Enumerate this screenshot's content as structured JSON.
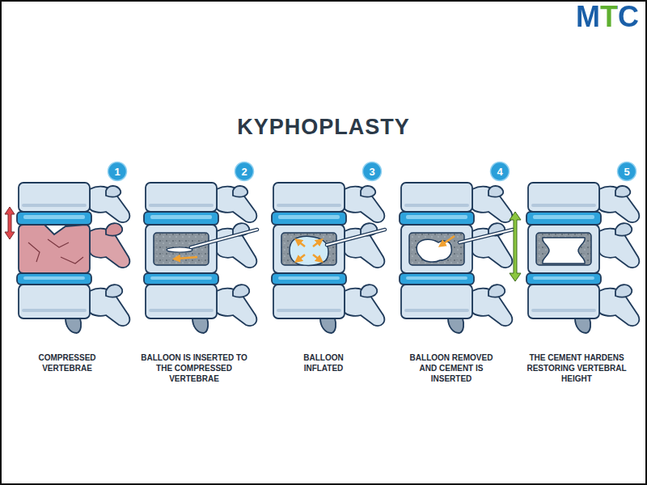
{
  "diagram": {
    "title": "KYPHOPLASTY",
    "nodes": [
      {
        "text": [
          "1"
        ]
      },
      {
        "text": [
          "2"
        ]
      },
      {
        "text": [
          "3"
        ]
      },
      {
        "text": [
          "4"
        ]
      },
      {
        "text": [
          "5"
        ]
      }
    ],
    "labels": [
      "MTC",
      "COMPRESSED VERTEBRAE",
      "BALLOON IS INSERTED TO THE COMPRESSED VERTEBRAE",
      "BALLOON INFLATED",
      "BALLOON REMOVED AND CEMENT IS INSERTED",
      "THE CEMENT HARDENS RESTORING VERTEBRAL HEIGHT"
    ]
  }
}
